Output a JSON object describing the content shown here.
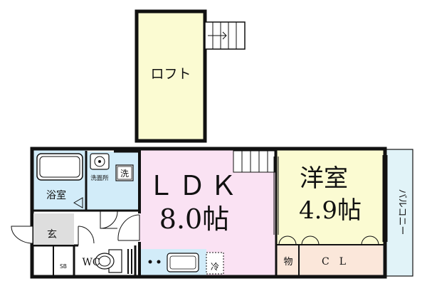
{
  "rooms": {
    "loft": "ロフト",
    "ldk": "ＬＤＫ",
    "ldk_size": "8.0帖",
    "western": "洋室",
    "western_size": "4.9帖",
    "balcony": "バルコニー",
    "bath": "浴室",
    "washroom": "洗面所",
    "laundry": "洗",
    "entrance": "玄",
    "wc": "WC",
    "sb": "SB",
    "fridge": "冷",
    "storage": "物",
    "closet": "CL"
  },
  "colors": {
    "loft_fill": "#fbfbd2",
    "ldk_fill": "#fae2f3",
    "western_fill": "#fbfbd2",
    "wet_fill": "#d2ecf9",
    "balcony_fill": "#e1f3f8",
    "storage_fill": "#fbe7da",
    "wall": "#111111"
  }
}
